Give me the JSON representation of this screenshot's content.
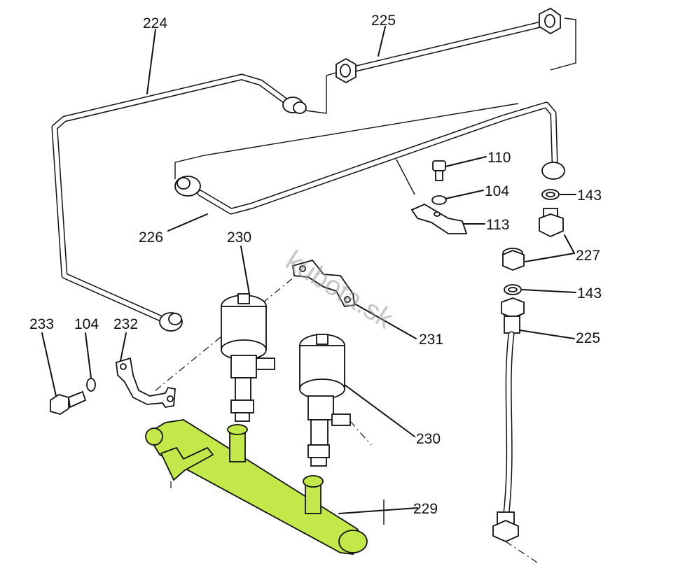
{
  "watermark": "kubota.sk",
  "highlight_color": "#c3e84a",
  "labels": {
    "l224": "224",
    "l225_top": "225",
    "l226": "226",
    "l110": "110",
    "l104_right": "104",
    "l113": "113",
    "l143_top": "143",
    "l227": "227",
    "l143_bottom": "143",
    "l225_right": "225",
    "l230_top": "230",
    "l231": "231",
    "l233": "233",
    "l104_left": "104",
    "l232": "232",
    "l230_bottom": "230",
    "l229": "229"
  }
}
